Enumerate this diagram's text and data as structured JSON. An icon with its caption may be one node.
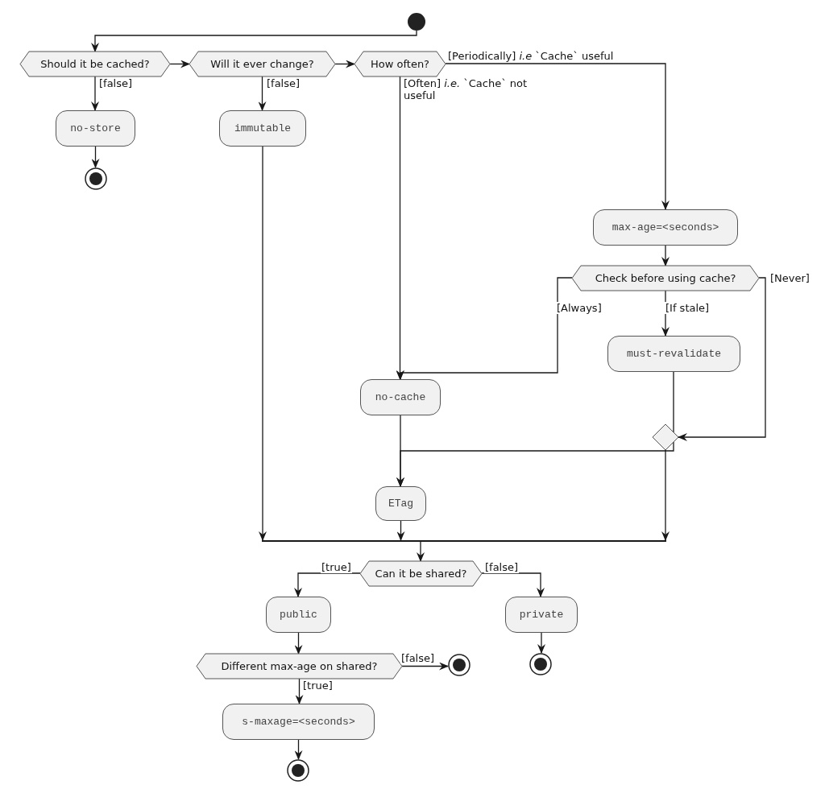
{
  "diagram": {
    "nodes": [
      {
        "text": [],
        "shape": "circle"
      },
      {
        "text": [
          "Should it be cached?"
        ]
      },
      {
        "text": [
          "Will it ever change?"
        ]
      },
      {
        "text": [
          "How often?"
        ]
      },
      {
        "text": [
          "no-store"
        ]
      },
      {
        "text": [],
        "shape": "circle"
      },
      {
        "text": [
          "immutable"
        ]
      },
      {
        "text": [
          "max-age=<seconds>"
        ]
      },
      {
        "text": [
          "Check before using cache?"
        ]
      },
      {
        "text": [
          "must-revalidate"
        ]
      },
      {
        "text": [
          "no-cache"
        ]
      },
      {
        "text": [],
        "shape": "diamond"
      },
      {
        "text": [
          "ETag"
        ]
      },
      {
        "text": [],
        "shape": "bar"
      },
      {
        "text": [
          "Can it be shared?"
        ]
      },
      {
        "text": [
          "public"
        ]
      },
      {
        "text": [
          "private"
        ]
      },
      {
        "text": [],
        "shape": "circle"
      },
      {
        "text": [
          "Different max-age on shared?"
        ]
      },
      {
        "text": [],
        "shape": "circle"
      },
      {
        "text": [
          "s-maxage=<seconds>"
        ]
      },
      {
        "text": [],
        "shape": "circle"
      }
    ],
    "edges": [
      {
        "from": 0,
        "to": 1,
        "arrow": "to"
      },
      {
        "from": 1,
        "to": 2,
        "arrow": "to"
      },
      {
        "from": 2,
        "to": 3,
        "arrow": "to"
      },
      {
        "from": 1,
        "to": 4,
        "arrow": "to",
        "label": "[false]"
      },
      {
        "from": 4,
        "to": 5,
        "arrow": "to"
      },
      {
        "from": 2,
        "to": 6,
        "arrow": "to",
        "label": "[false]"
      },
      {
        "from": 3,
        "to": 7,
        "arrow": "to",
        "label": "[Periodically] *i.e* `Cache` useful"
      },
      {
        "from": 3,
        "to": 10,
        "arrow": "to",
        "label": "[Often] *i.e.* `Cache` not useful"
      },
      {
        "from": 7,
        "to": 8,
        "arrow": "to"
      },
      {
        "from": 8,
        "to": 10,
        "arrow": "to",
        "label": "[Always]"
      },
      {
        "from": 8,
        "to": 9,
        "arrow": "to",
        "label": "[If stale]"
      },
      {
        "from": 9,
        "to": 12,
        "arrow": "to"
      },
      {
        "from": 10,
        "to": 12,
        "arrow": "to"
      },
      {
        "from": 8,
        "to": 11,
        "arrow": "to",
        "label": "[Never]"
      },
      {
        "from": 6,
        "to": 13,
        "arrow": "to"
      },
      {
        "from": 12,
        "to": 13,
        "arrow": "to"
      },
      {
        "from": 11,
        "to": 13,
        "arrow": "to"
      },
      {
        "from": 13,
        "to": 14,
        "arrow": "to"
      },
      {
        "from": 14,
        "to": 15,
        "arrow": "to",
        "label": "[true]"
      },
      {
        "from": 14,
        "to": 16,
        "arrow": "to",
        "label": "[false]"
      },
      {
        "from": 15,
        "to": 18,
        "arrow": "to"
      },
      {
        "from": 16,
        "to": 17,
        "arrow": "to"
      },
      {
        "from": 18,
        "to": 19,
        "arrow": "to",
        "label": "[false]"
      },
      {
        "from": 18,
        "to": 20,
        "arrow": "to",
        "label": "[true]"
      },
      {
        "from": 20,
        "to": 21,
        "arrow": "to"
      }
    ]
  }
}
